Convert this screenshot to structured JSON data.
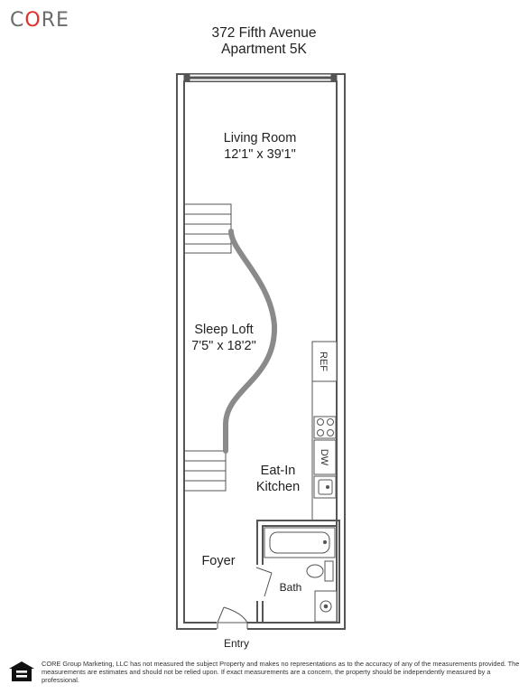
{
  "brand": {
    "prefix": "C",
    "accent": "O",
    "suffix": "RE",
    "accent_color": "#e0302b",
    "text_color": "#6b6b6b"
  },
  "address": {
    "line1": "372 Fifth Avenue",
    "line2": "Apartment 5K"
  },
  "rooms": {
    "living_room": {
      "name": "Living Room",
      "dims": "12'1\" x 39'1\""
    },
    "sleep_loft": {
      "name": "Sleep Loft",
      "dims": "7'5\" x 18'2\""
    },
    "kitchen": {
      "line1": "Eat-In",
      "line2": "Kitchen"
    },
    "foyer": {
      "name": "Foyer"
    },
    "bath": {
      "name": "Bath"
    },
    "entry": {
      "name": "Entry"
    }
  },
  "appliances": {
    "ref": "REF",
    "dw": "DW"
  },
  "disclaimer": "CORE Group Marketing, LLC has not measured the subject Property and makes no representations as to the accuracy of any of the measurements provided. The measurements are estimates and should not be relied upon. If exact measurements are a concern, the property should be independently measured by a professional.",
  "colors": {
    "wall": "#555555",
    "stair": "#8a8a8a"
  },
  "icons": {
    "equal_housing": "equal-housing-icon"
  }
}
